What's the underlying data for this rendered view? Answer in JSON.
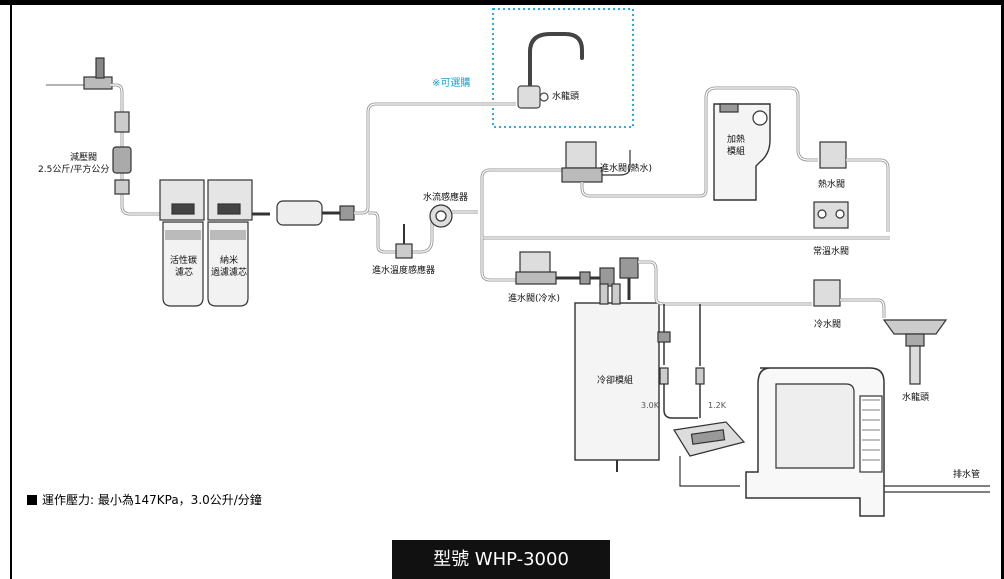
{
  "labels": {
    "pressure_valve": "減壓閥",
    "pressure_value": "2.5公斤/平方公分",
    "carbon_filter_1": "活性碳",
    "carbon_filter_2": "濾芯",
    "nano_filter_1": "納米",
    "nano_filter_2": "過濾濾芯",
    "temp_sensor": "進水溫度感應器",
    "flow_sensor": "水流感應器",
    "optional": "※可選購",
    "faucet": "水龍頭",
    "hot_inlet_valve": "進水閥(熱水)",
    "heating_module_1": "加熱",
    "heating_module_2": "模組",
    "hot_valve": "熱水閥",
    "ambient_valve": "常溫水閥",
    "cold_valve": "冷水閥",
    "cold_inlet_valve": "進水閥(冷水)",
    "cooling_module": "冷卻模組",
    "resistor_30k": "3.0K",
    "resistor_12k": "1.2K",
    "faucet_2": "水龍頭",
    "drain_pipe": "排水管"
  },
  "note": "運作壓力: 最小為147KPa，3.0公升/分鐘",
  "model": "型號 WHP-3000"
}
